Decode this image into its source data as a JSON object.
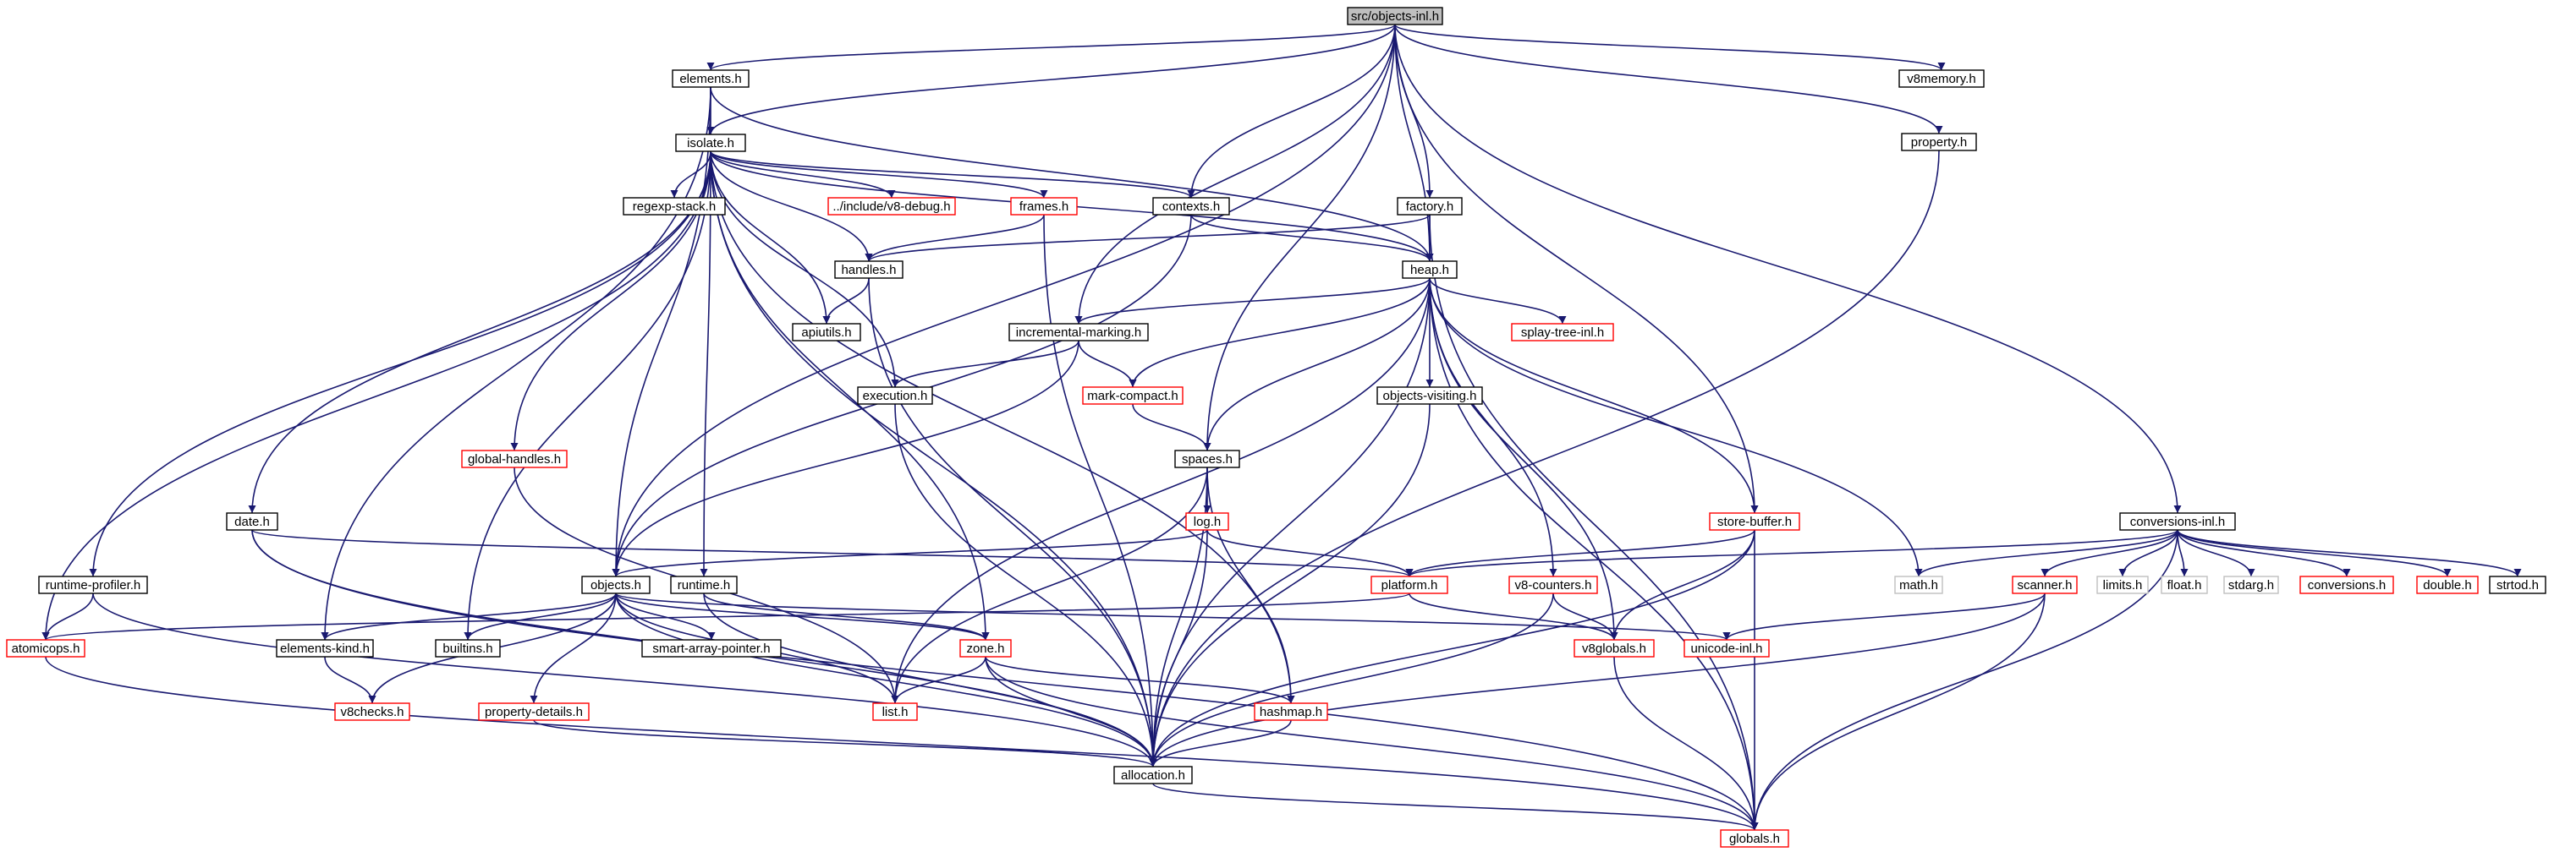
{
  "graph": {
    "title": "src/objects-inl.h",
    "colors": {
      "edge": "#191970",
      "root_fill": "#bfbfbf",
      "box_border": "#000000",
      "link_border_red": "#ff0000",
      "external_border": "#bfbfbf",
      "text": "#000000",
      "background": "#ffffff"
    },
    "nodes": [
      {
        "id": "objects_inl_h",
        "label": "src/objects-inl.h",
        "style": "root"
      },
      {
        "id": "elements_h",
        "label": "elements.h",
        "style": "normal"
      },
      {
        "id": "v8memory_h",
        "label": "v8memory.h",
        "style": "normal"
      },
      {
        "id": "isolate_h",
        "label": "isolate.h",
        "style": "normal"
      },
      {
        "id": "property_h",
        "label": "property.h",
        "style": "normal"
      },
      {
        "id": "regexp_stack_h",
        "label": "regexp-stack.h",
        "style": "normal"
      },
      {
        "id": "v8_debug_h",
        "label": "../include/v8-debug.h",
        "style": "red"
      },
      {
        "id": "frames_h",
        "label": "frames.h",
        "style": "red"
      },
      {
        "id": "contexts_h",
        "label": "contexts.h",
        "style": "normal"
      },
      {
        "id": "factory_h",
        "label": "factory.h",
        "style": "normal"
      },
      {
        "id": "handles_h",
        "label": "handles.h",
        "style": "normal"
      },
      {
        "id": "heap_h",
        "label": "heap.h",
        "style": "normal"
      },
      {
        "id": "apiutils_h",
        "label": "apiutils.h",
        "style": "normal"
      },
      {
        "id": "incremental_marking_h",
        "label": "incremental-marking.h",
        "style": "normal"
      },
      {
        "id": "splay_tree_inl_h",
        "label": "splay-tree-inl.h",
        "style": "red"
      },
      {
        "id": "execution_h",
        "label": "execution.h",
        "style": "normal"
      },
      {
        "id": "mark_compact_h",
        "label": "mark-compact.h",
        "style": "red"
      },
      {
        "id": "objects_visiting_h",
        "label": "objects-visiting.h",
        "style": "normal"
      },
      {
        "id": "global_handles_h",
        "label": "global-handles.h",
        "style": "red"
      },
      {
        "id": "spaces_h",
        "label": "spaces.h",
        "style": "normal"
      },
      {
        "id": "date_h",
        "label": "date.h",
        "style": "normal"
      },
      {
        "id": "log_h",
        "label": "log.h",
        "style": "red"
      },
      {
        "id": "store_buffer_h",
        "label": "store-buffer.h",
        "style": "red"
      },
      {
        "id": "conversions_inl_h",
        "label": "conversions-inl.h",
        "style": "normal"
      },
      {
        "id": "runtime_profiler_h",
        "label": "runtime-profiler.h",
        "style": "normal"
      },
      {
        "id": "objects_h",
        "label": "objects.h",
        "style": "normal"
      },
      {
        "id": "runtime_h",
        "label": "runtime.h",
        "style": "normal"
      },
      {
        "id": "platform_h",
        "label": "platform.h",
        "style": "red"
      },
      {
        "id": "v8_counters_h",
        "label": "v8-counters.h",
        "style": "red"
      },
      {
        "id": "math_h",
        "label": "math.h",
        "style": "external"
      },
      {
        "id": "scanner_h",
        "label": "scanner.h",
        "style": "red"
      },
      {
        "id": "limits_h",
        "label": "limits.h",
        "style": "external"
      },
      {
        "id": "float_h",
        "label": "float.h",
        "style": "external"
      },
      {
        "id": "stdarg_h",
        "label": "stdarg.h",
        "style": "external"
      },
      {
        "id": "conversions_h",
        "label": "conversions.h",
        "style": "red"
      },
      {
        "id": "double_h",
        "label": "double.h",
        "style": "red"
      },
      {
        "id": "strtod_h",
        "label": "strtod.h",
        "style": "normal"
      },
      {
        "id": "atomicops_h",
        "label": "atomicops.h",
        "style": "red"
      },
      {
        "id": "elements_kind_h",
        "label": "elements-kind.h",
        "style": "normal"
      },
      {
        "id": "builtins_h",
        "label": "builtins.h",
        "style": "normal"
      },
      {
        "id": "smart_array_pointer_h",
        "label": "smart-array-pointer.h",
        "style": "normal"
      },
      {
        "id": "zone_h",
        "label": "zone.h",
        "style": "red"
      },
      {
        "id": "v8globals_h",
        "label": "v8globals.h",
        "style": "red"
      },
      {
        "id": "unicode_inl_h",
        "label": "unicode-inl.h",
        "style": "red"
      },
      {
        "id": "v8checks_h",
        "label": "v8checks.h",
        "style": "red"
      },
      {
        "id": "property_details_h",
        "label": "property-details.h",
        "style": "red"
      },
      {
        "id": "list_h",
        "label": "list.h",
        "style": "red"
      },
      {
        "id": "hashmap_h",
        "label": "hashmap.h",
        "style": "red"
      },
      {
        "id": "allocation_h",
        "label": "allocation.h",
        "style": "normal"
      },
      {
        "id": "globals_h",
        "label": "globals.h",
        "style": "red"
      }
    ],
    "edges": [
      [
        "objects_inl_h",
        "elements_h"
      ],
      [
        "objects_inl_h",
        "v8memory_h"
      ],
      [
        "objects_inl_h",
        "isolate_h"
      ],
      [
        "objects_inl_h",
        "property_h"
      ],
      [
        "objects_inl_h",
        "contexts_h"
      ],
      [
        "objects_inl_h",
        "factory_h"
      ],
      [
        "objects_inl_h",
        "heap_h"
      ],
      [
        "objects_inl_h",
        "incremental_marking_h"
      ],
      [
        "objects_inl_h",
        "spaces_h"
      ],
      [
        "objects_inl_h",
        "store_buffer_h"
      ],
      [
        "objects_inl_h",
        "conversions_inl_h"
      ],
      [
        "objects_inl_h",
        "objects_h"
      ],
      [
        "elements_h",
        "isolate_h"
      ],
      [
        "elements_h",
        "heap_h"
      ],
      [
        "elements_h",
        "objects_h"
      ],
      [
        "elements_h",
        "elements_kind_h"
      ],
      [
        "isolate_h",
        "regexp_stack_h"
      ],
      [
        "isolate_h",
        "v8_debug_h"
      ],
      [
        "isolate_h",
        "frames_h"
      ],
      [
        "isolate_h",
        "contexts_h"
      ],
      [
        "isolate_h",
        "handles_h"
      ],
      [
        "isolate_h",
        "heap_h"
      ],
      [
        "isolate_h",
        "apiutils_h"
      ],
      [
        "isolate_h",
        "execution_h"
      ],
      [
        "isolate_h",
        "global_handles_h"
      ],
      [
        "isolate_h",
        "date_h"
      ],
      [
        "isolate_h",
        "runtime_profiler_h"
      ],
      [
        "isolate_h",
        "runtime_h"
      ],
      [
        "isolate_h",
        "atomicops_h"
      ],
      [
        "isolate_h",
        "builtins_h"
      ],
      [
        "isolate_h",
        "zone_h"
      ],
      [
        "isolate_h",
        "hashmap_h"
      ],
      [
        "isolate_h",
        "allocation_h"
      ],
      [
        "property_h",
        "allocation_h"
      ],
      [
        "frames_h",
        "handles_h"
      ],
      [
        "frames_h",
        "allocation_h"
      ],
      [
        "contexts_h",
        "heap_h"
      ],
      [
        "contexts_h",
        "objects_h"
      ],
      [
        "factory_h",
        "heap_h"
      ],
      [
        "factory_h",
        "handles_h"
      ],
      [
        "factory_h",
        "globals_h"
      ],
      [
        "handles_h",
        "apiutils_h"
      ],
      [
        "handles_h",
        "allocation_h"
      ],
      [
        "heap_h",
        "incremental_marking_h"
      ],
      [
        "heap_h",
        "splay_tree_inl_h"
      ],
      [
        "heap_h",
        "mark_compact_h"
      ],
      [
        "heap_h",
        "objects_visiting_h"
      ],
      [
        "heap_h",
        "spaces_h"
      ],
      [
        "heap_h",
        "v8_counters_h"
      ],
      [
        "heap_h",
        "store_buffer_h"
      ],
      [
        "heap_h",
        "math_h"
      ],
      [
        "heap_h",
        "list_h"
      ],
      [
        "heap_h",
        "v8globals_h"
      ],
      [
        "heap_h",
        "allocation_h"
      ],
      [
        "heap_h",
        "globals_h"
      ],
      [
        "incremental_marking_h",
        "execution_h"
      ],
      [
        "incremental_marking_h",
        "mark_compact_h"
      ],
      [
        "incremental_marking_h",
        "objects_h"
      ],
      [
        "execution_h",
        "allocation_h"
      ],
      [
        "mark_compact_h",
        "spaces_h"
      ],
      [
        "objects_visiting_h",
        "allocation_h"
      ],
      [
        "global_handles_h",
        "list_h"
      ],
      [
        "spaces_h",
        "log_h"
      ],
      [
        "spaces_h",
        "hashmap_h"
      ],
      [
        "spaces_h",
        "list_h"
      ],
      [
        "spaces_h",
        "allocation_h"
      ],
      [
        "date_h",
        "platform_h"
      ],
      [
        "date_h",
        "allocation_h"
      ],
      [
        "date_h",
        "globals_h"
      ],
      [
        "log_h",
        "platform_h"
      ],
      [
        "log_h",
        "objects_h"
      ],
      [
        "log_h",
        "allocation_h"
      ],
      [
        "store_buffer_h",
        "platform_h"
      ],
      [
        "store_buffer_h",
        "v8globals_h"
      ],
      [
        "store_buffer_h",
        "allocation_h"
      ],
      [
        "store_buffer_h",
        "globals_h"
      ],
      [
        "conversions_inl_h",
        "math_h"
      ],
      [
        "conversions_inl_h",
        "scanner_h"
      ],
      [
        "conversions_inl_h",
        "limits_h"
      ],
      [
        "conversions_inl_h",
        "float_h"
      ],
      [
        "conversions_inl_h",
        "stdarg_h"
      ],
      [
        "conversions_inl_h",
        "conversions_h"
      ],
      [
        "conversions_inl_h",
        "double_h"
      ],
      [
        "conversions_inl_h",
        "strtod_h"
      ],
      [
        "conversions_inl_h",
        "platform_h"
      ],
      [
        "conversions_inl_h",
        "globals_h"
      ],
      [
        "runtime_profiler_h",
        "atomicops_h"
      ],
      [
        "runtime_profiler_h",
        "allocation_h"
      ],
      [
        "objects_h",
        "elements_kind_h"
      ],
      [
        "objects_h",
        "builtins_h"
      ],
      [
        "objects_h",
        "smart_array_pointer_h"
      ],
      [
        "objects_h",
        "zone_h"
      ],
      [
        "objects_h",
        "unicode_inl_h"
      ],
      [
        "objects_h",
        "v8checks_h"
      ],
      [
        "objects_h",
        "property_details_h"
      ],
      [
        "objects_h",
        "list_h"
      ],
      [
        "objects_h",
        "allocation_h"
      ],
      [
        "runtime_h",
        "zone_h"
      ],
      [
        "runtime_h",
        "allocation_h"
      ],
      [
        "platform_h",
        "atomicops_h"
      ],
      [
        "platform_h",
        "v8globals_h"
      ],
      [
        "v8_counters_h",
        "v8globals_h"
      ],
      [
        "v8_counters_h",
        "allocation_h"
      ],
      [
        "scanner_h",
        "unicode_inl_h"
      ],
      [
        "scanner_h",
        "allocation_h"
      ],
      [
        "scanner_h",
        "globals_h"
      ],
      [
        "atomicops_h",
        "globals_h"
      ],
      [
        "elements_kind_h",
        "v8checks_h"
      ],
      [
        "zone_h",
        "list_h"
      ],
      [
        "zone_h",
        "hashmap_h"
      ],
      [
        "zone_h",
        "allocation_h"
      ],
      [
        "zone_h",
        "globals_h"
      ],
      [
        "v8globals_h",
        "globals_h"
      ],
      [
        "property_details_h",
        "allocation_h"
      ],
      [
        "hashmap_h",
        "allocation_h"
      ],
      [
        "allocation_h",
        "globals_h"
      ]
    ]
  }
}
